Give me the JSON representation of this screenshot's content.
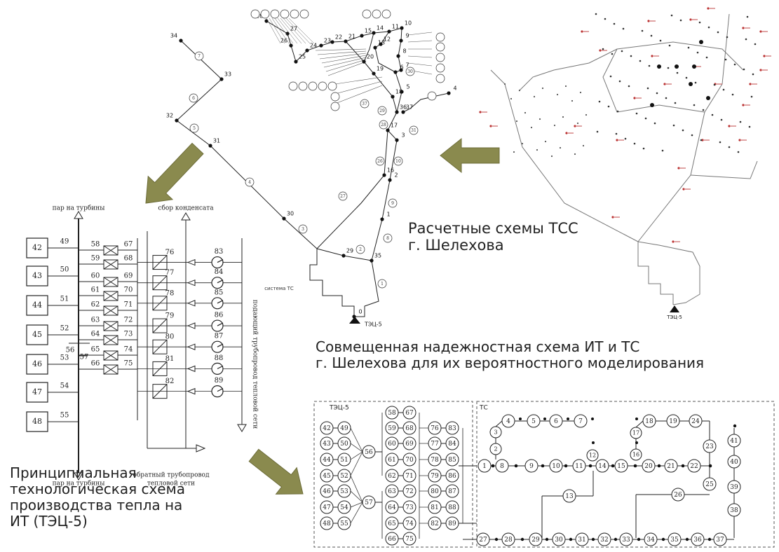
{
  "captions": {
    "calc_schemes": [
      "Расчетные схемы ТСС",
      "г. Шелехова"
    ],
    "combined": [
      "Совмещенная надежностная схема ИТ и ТС",
      "г. Шелехова для их вероятностного моделирования"
    ],
    "principal": [
      "Принципиальная",
      "технологическая схема",
      "производства тепла на",
      "ИТ (ТЭЦ-5)"
    ]
  },
  "network": {
    "source_label": "ТЭЦ-5",
    "source_node": "0",
    "side_label": "система ТС",
    "nodes": [
      "1",
      "2",
      "3",
      "4",
      "5",
      "6",
      "7",
      "8",
      "9",
      "10",
      "11",
      "12",
      "13",
      "14",
      "15",
      "16",
      "17",
      "18",
      "19",
      "20",
      "21",
      "22",
      "23",
      "24",
      "25",
      "26",
      "27",
      "28",
      "29",
      "30",
      "31",
      "32",
      "33",
      "34",
      "35",
      "36",
      "37"
    ],
    "circle_labels": [
      "1",
      "2",
      "3",
      "4",
      "5",
      "6",
      "7",
      "8",
      "9",
      "10",
      "11",
      "12",
      "13",
      "14",
      "15",
      "16",
      "17",
      "18",
      "19",
      "20",
      "21",
      "22",
      "23",
      "24",
      "25",
      "26",
      "27",
      "28",
      "29",
      "30",
      "31",
      "32",
      "33",
      "34",
      "35",
      "36",
      "37"
    ]
  },
  "right_network": {
    "source_label": "ТЭЦ-5"
  },
  "tech_scheme": {
    "top_left_label": "пар на турбины",
    "top_right_label": "сбор конденсата",
    "bottom_left_label": "пар на турбины",
    "bottom_right_label": "обратный трубопровод тепловой сети",
    "vertical_label": "подающий трубопровод тепловой сети",
    "boilers": [
      "42",
      "43",
      "44",
      "45",
      "46",
      "47",
      "48"
    ],
    "boiler_links": [
      "49",
      "50",
      "51",
      "52",
      "53",
      "54",
      "55"
    ],
    "collectors": [
      "56",
      "57"
    ],
    "valves_left": [
      "58",
      "59",
      "60",
      "61",
      "62",
      "63",
      "64",
      "65",
      "66"
    ],
    "valves_right": [
      "67",
      "68",
      "69",
      "70",
      "71",
      "72",
      "73",
      "74",
      "75"
    ],
    "heaters": [
      "76",
      "77",
      "78",
      "79",
      "80",
      "81",
      "82"
    ],
    "pumps": [
      "83",
      "84",
      "85",
      "86",
      "87",
      "88",
      "89"
    ]
  },
  "reliability": {
    "box_left_title": "ТЭЦ-5",
    "box_right_title": "ТС",
    "col_a": [
      "42",
      "43",
      "44",
      "45",
      "46",
      "47",
      "48"
    ],
    "col_b": [
      "49",
      "50",
      "51",
      "52",
      "53",
      "54",
      "55"
    ],
    "hubs": [
      "56",
      "57"
    ],
    "col_c": [
      "58",
      "59",
      "60",
      "61",
      "62",
      "63",
      "64",
      "65",
      "66"
    ],
    "col_d": [
      "67",
      "68",
      "69",
      "70",
      "71",
      "72",
      "73",
      "74",
      "75"
    ],
    "col_e": [
      "76",
      "77",
      "78",
      "79",
      "80",
      "81",
      "82"
    ],
    "col_f": [
      "83",
      "84",
      "85",
      "86",
      "87",
      "88",
      "89"
    ],
    "main_row": [
      "1",
      "8",
      "9",
      "10",
      "11",
      "14",
      "15",
      "20",
      "21",
      "22"
    ],
    "top_row": [
      "4",
      "5",
      "6",
      "7"
    ],
    "upper_right_row": [
      "18",
      "19",
      "24"
    ],
    "bottom_row": [
      "27",
      "28",
      "29",
      "30",
      "31",
      "32",
      "33",
      "34",
      "35",
      "36",
      "37"
    ],
    "right_col": [
      "41",
      "40",
      "39",
      "38"
    ],
    "misc": [
      "2",
      "3",
      "12",
      "13",
      "16",
      "17",
      "23",
      "25",
      "26"
    ]
  }
}
